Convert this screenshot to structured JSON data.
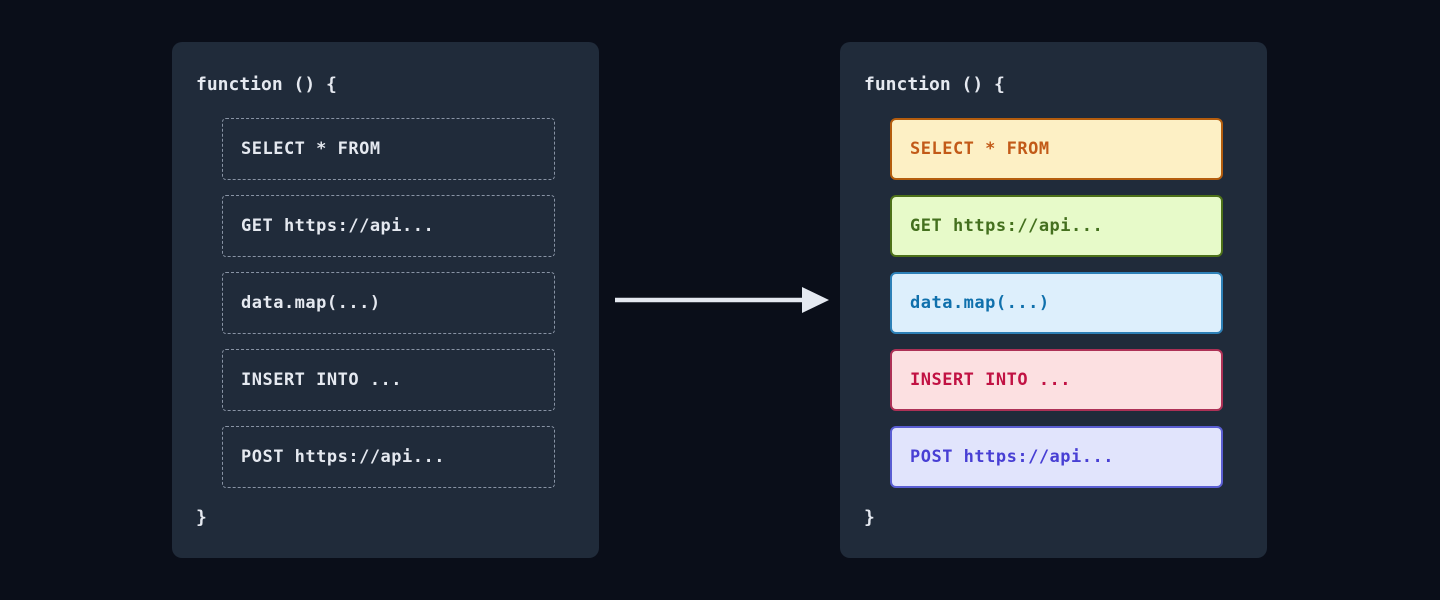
{
  "colors": {
    "canvas_bg": "#0a0e19",
    "panel_bg": "#202b3a",
    "panel_text": "#e5e9f0",
    "dashed_border": "#8893a4",
    "arrow": "#e4e8f0"
  },
  "left_panel": {
    "header": "function () {",
    "footer": "}",
    "items": [
      {
        "label": "SELECT * FROM"
      },
      {
        "label": "GET https://api..."
      },
      {
        "label": "data.map(...)"
      },
      {
        "label": "INSERT INTO ..."
      },
      {
        "label": "POST https://api..."
      }
    ]
  },
  "arrow": {
    "icon": "right-arrow"
  },
  "right_panel": {
    "header": "function () {",
    "footer": "}",
    "items": [
      {
        "label": "SELECT * FROM",
        "bg": "#fdf0c5",
        "border": "#b45d0e",
        "text": "#c25a18"
      },
      {
        "label": "GET https://api...",
        "bg": "#e7fac9",
        "border": "#4d7119",
        "text": "#44701e"
      },
      {
        "label": "data.map(...)",
        "bg": "#ddeffc",
        "border": "#2d80b7",
        "text": "#0f70ac"
      },
      {
        "label": "INSERT INTO ...",
        "bg": "#fce0e1",
        "border": "#ad3156",
        "text": "#c11243"
      },
      {
        "label": "POST https://api...",
        "bg": "#e1e4fc",
        "border": "#5a5ed2",
        "text": "#483fd4"
      }
    ]
  }
}
